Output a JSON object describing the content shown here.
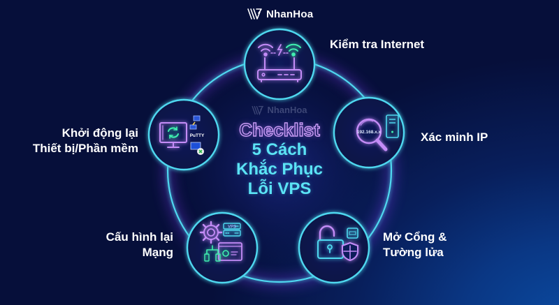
{
  "brand": {
    "logo_text": "NhanHoa",
    "watermark_text": "NhanHoa"
  },
  "center": {
    "checklist": "Checklist",
    "line1": "5 Cách",
    "line2": "Khắc Phục",
    "line3": "Lỗi VPS"
  },
  "steps": [
    {
      "id": "internet",
      "icon": "wifi-router-icon",
      "lines": [
        "Kiểm tra Internet"
      ]
    },
    {
      "id": "ip",
      "icon": "magnifier-ip-icon",
      "ip_text": "192.168.x.x",
      "lines": [
        "Xác minh IP"
      ]
    },
    {
      "id": "firewall",
      "icon": "lock-shield-icon",
      "lines": [
        "Mở Cổng &",
        "Tường lửa"
      ]
    },
    {
      "id": "network",
      "icon": "gear-server-icon",
      "vps_text": "VPS",
      "lines": [
        "Cấu hình lại",
        "Mạng"
      ]
    },
    {
      "id": "restart",
      "icon": "monitor-refresh-icon",
      "putty_text": "PuTTY",
      "lines": [
        "Khởi động lại",
        "Thiết bị/Phần mềm"
      ]
    }
  ],
  "colors": {
    "ring": "#4fd8f0",
    "ring_glow": "#9b4dff",
    "accent_purple": "#c48cf7",
    "accent_cyan": "#5be3f5",
    "accent_green": "#3ff0b0",
    "bg_dark": "#060f3a",
    "bg_light": "#0b4aa0"
  }
}
